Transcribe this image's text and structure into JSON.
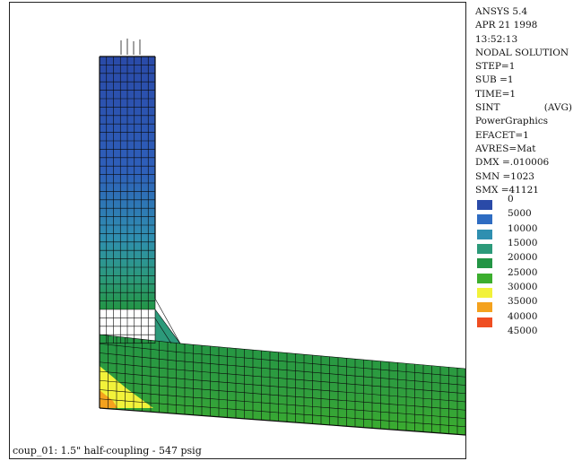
{
  "app": {
    "name": "ANSYS 5.4",
    "date": "APR 21 1998",
    "time": "13:52:13"
  },
  "solution_info": {
    "type": "NODAL SOLUTION",
    "step": "STEP=1",
    "sub": "SUB =1",
    "time": "TIME=1",
    "result_item": "SINT",
    "avg_tag": "(AVG)",
    "graphics": "PowerGraphics",
    "efacet": "EFACET=1",
    "avres": "AVRES=Mat",
    "dmx": "DMX =.010006",
    "smn": "SMN =1023",
    "smx": "SMX =41121"
  },
  "legend": [
    {
      "label": "0",
      "color": "#2a4aa8"
    },
    {
      "label": "5000",
      "color": "#2e6cc2"
    },
    {
      "label": "10000",
      "color": "#2f8fb0"
    },
    {
      "label": "15000",
      "color": "#2c9a7a"
    },
    {
      "label": "20000",
      "color": "#239545"
    },
    {
      "label": "25000",
      "color": "#3cae2e"
    },
    {
      "label": "30000",
      "color": "#f2f23a"
    },
    {
      "label": "35000",
      "color": "#f4a21e"
    },
    {
      "label": "40000",
      "color": "#ef4e22"
    },
    {
      "label": "45000",
      "color": ""
    }
  ],
  "model_title": "coup_01: 1.5\" half-coupling - 547 psig",
  "colors": {
    "blue_dark": "#2a4aa8",
    "blue": "#2e6cc2",
    "teal": "#2f8fb0",
    "green_teal": "#2c9a7a",
    "green": "#239545",
    "green_light": "#3cae2e",
    "yellow": "#f2f23a",
    "orange": "#f4a21e",
    "mesh_line": "#0a0a0a"
  }
}
